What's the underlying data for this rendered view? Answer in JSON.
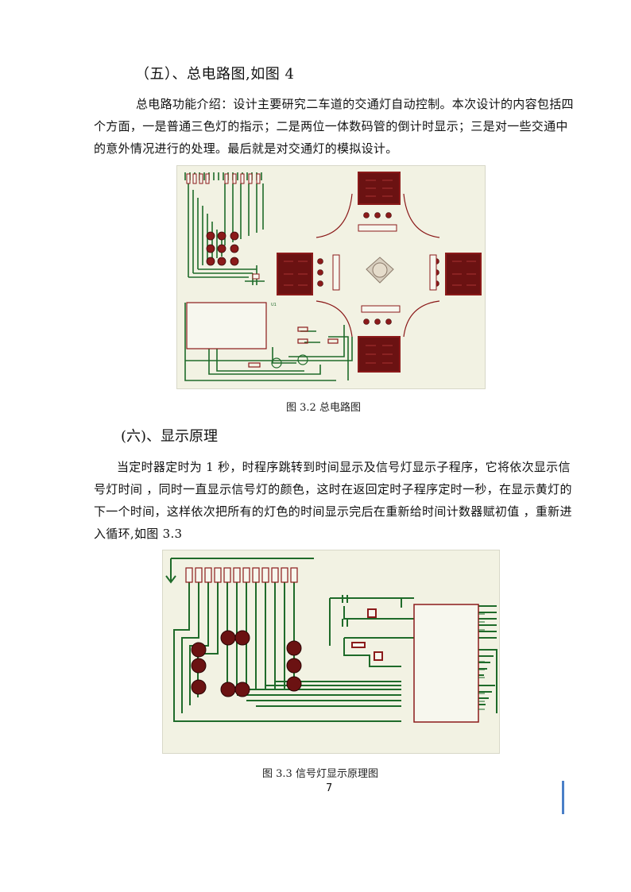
{
  "sections": {
    "five_heading": "（五）、总电路图,如图 4",
    "five_paragraph": "总电路功能介绍：设计主要研究二车道的交通灯自动控制。本次设计的内容包括四个方面，一是普通三色灯的指示；二是两位一体数码管的倒计时显示；三是对一些交通中的意外情况进行的处理。最后就是对交通灯的模拟设计。",
    "six_heading": "(六)、显示原理",
    "six_paragraph": "当定时器定时为 1 秒，时程序跳转到时间显示及信号灯显示子程序，它将依次显示信号灯时间 ，同时一直显示信号灯的颜色，这时在返回定时子程序定时一秒，在显示黄灯的下一个时间，这样依次把所有的灯色的时间显示完后在重新给时间计数器赋初值 ，重新进入循环,如图 3.3"
  },
  "figures": {
    "fig1_caption": "图 3.2    总电路图",
    "fig2_caption": "图 3.3    信号灯显示原理图"
  },
  "page_number": "7",
  "colors": {
    "wire": "#1f6b2a",
    "component": "#8b1a1a",
    "background": "#f2f2e3",
    "accent_bar": "#4a7fc7"
  }
}
